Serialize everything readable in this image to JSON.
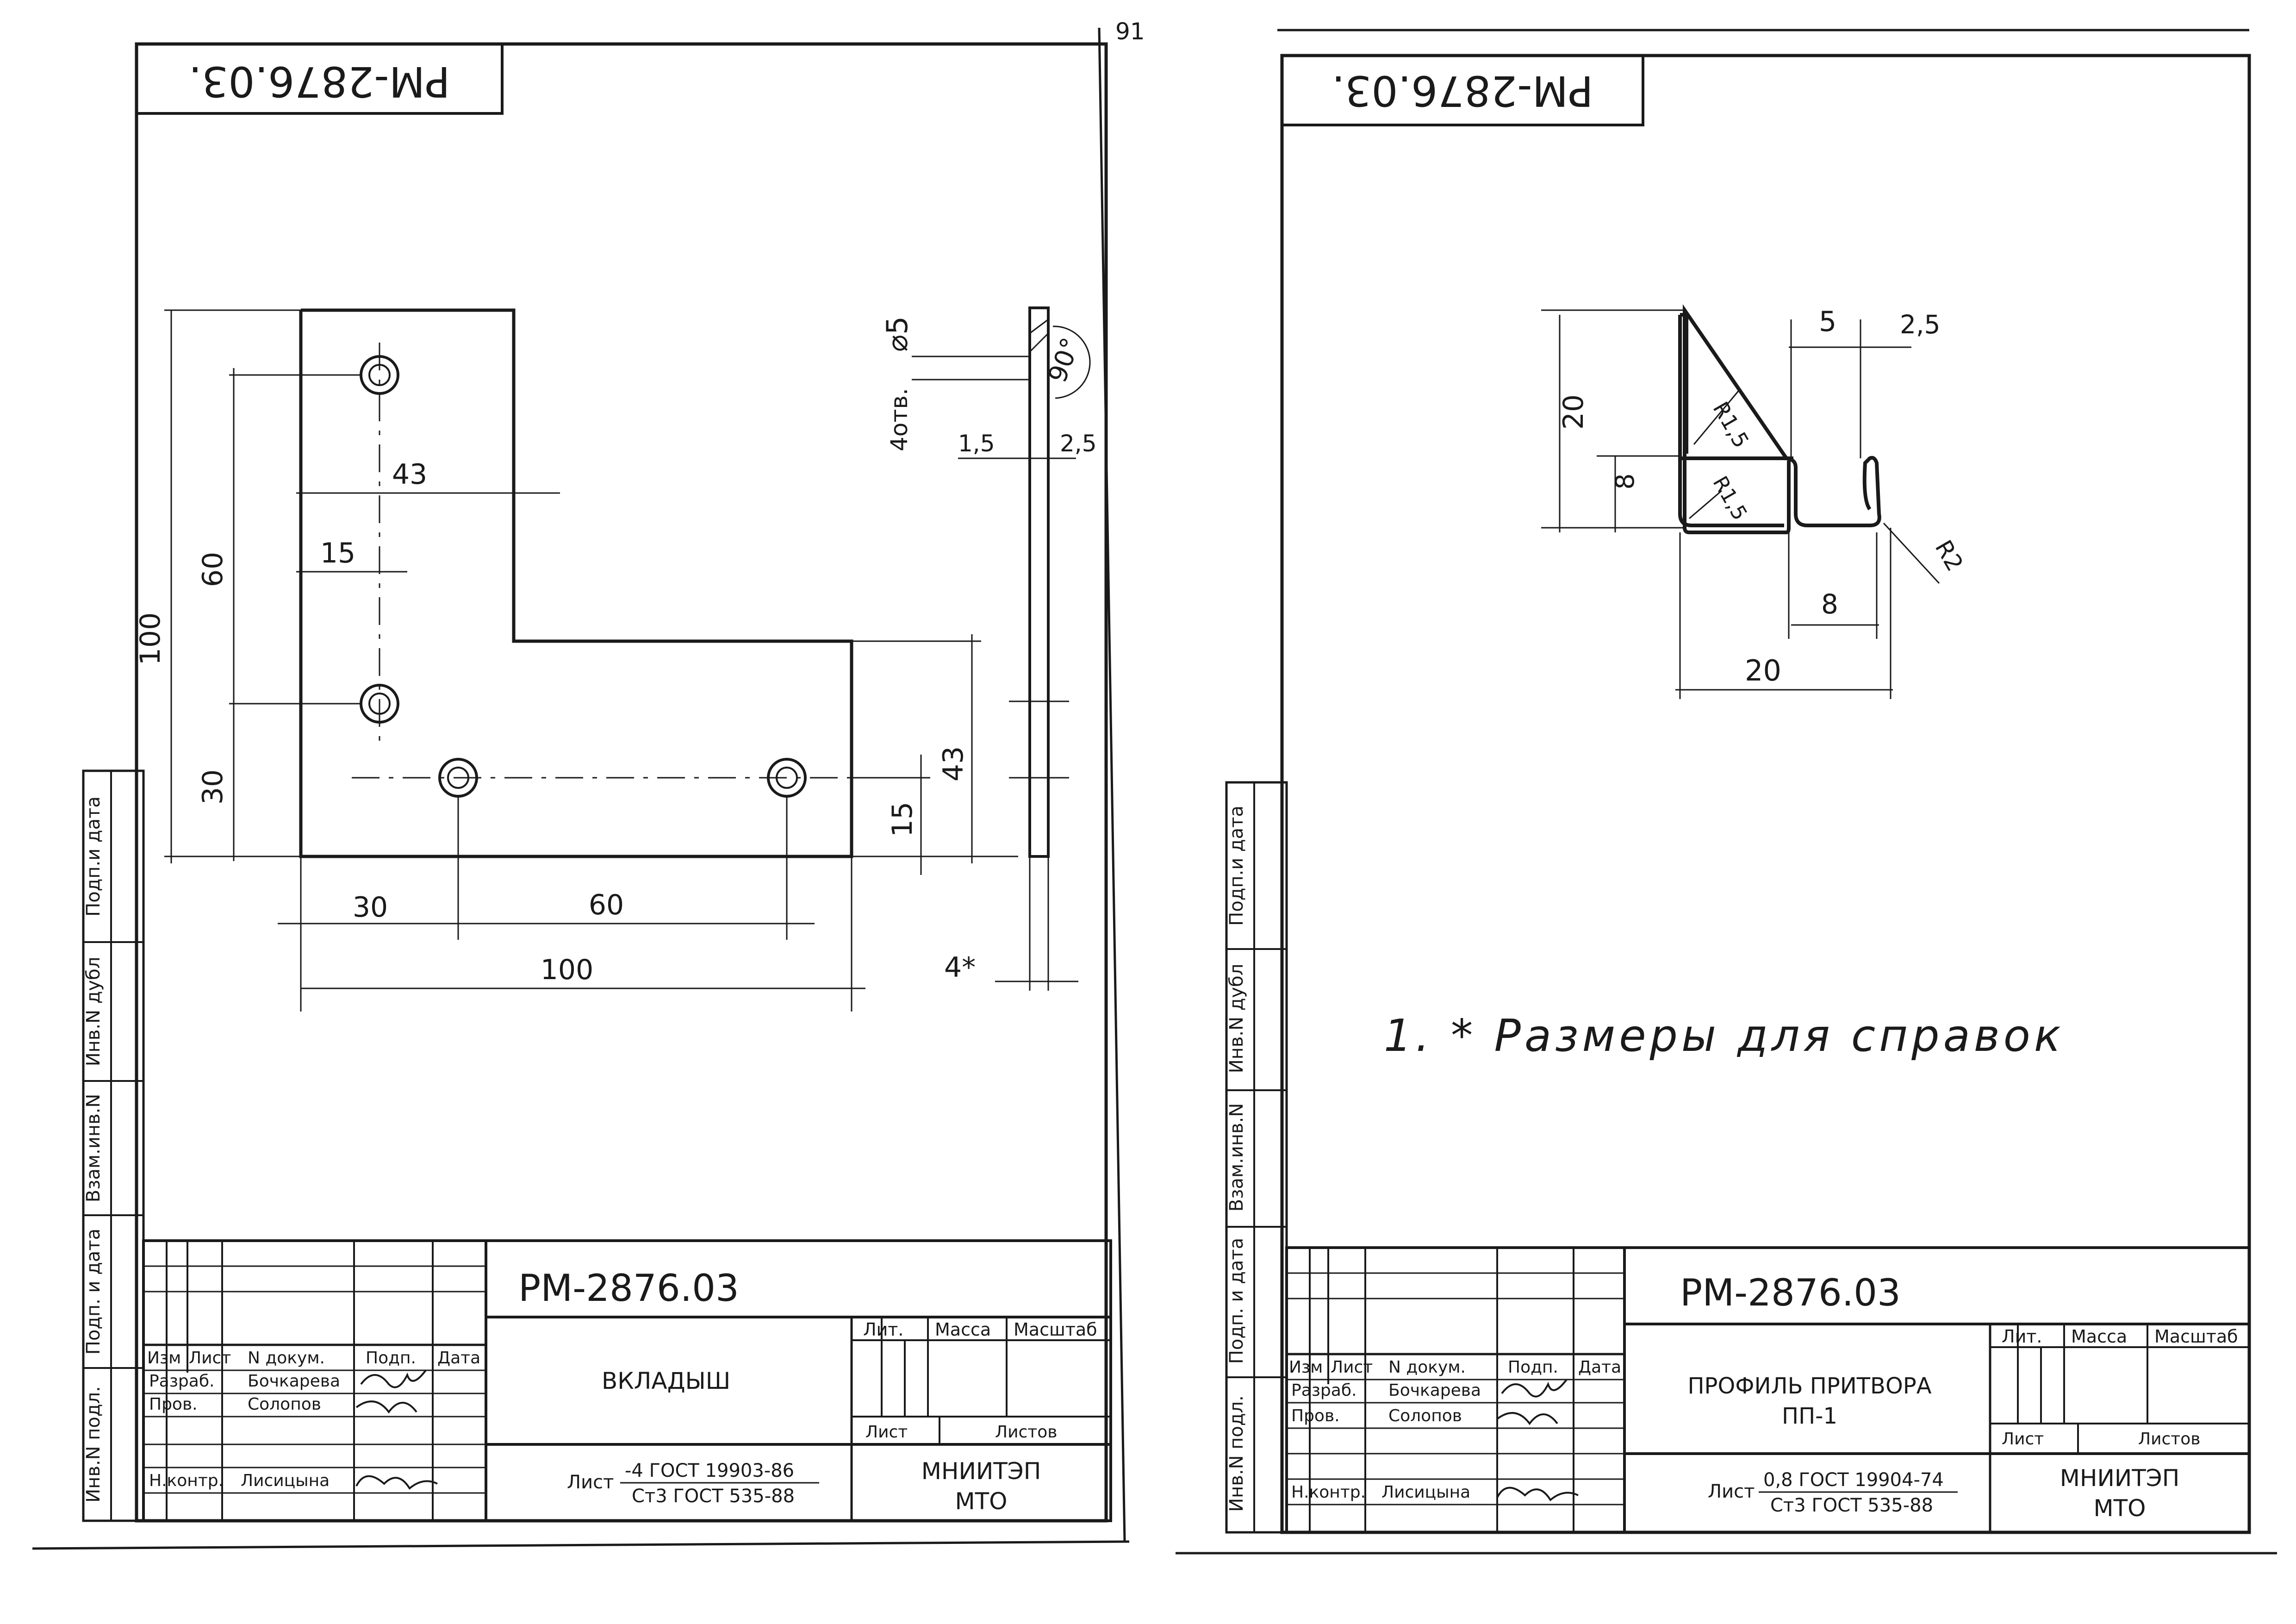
{
  "sheet_number": "91",
  "left": {
    "corner_code": "РМ-2876.03.",
    "doc_code": "РМ-2876.03",
    "part_name": "ВКЛАДЫШ",
    "dims": {
      "d100_left": "100",
      "d60": "60",
      "d30": "30",
      "d43_top": "43",
      "d15_top": "15",
      "d15_right": "15",
      "d43_right": "43",
      "d30_bottom": "30",
      "d60_bottom": "60",
      "d100_bottom": "100",
      "holes": "4отв.",
      "diam": "⌀5",
      "angle": "90°",
      "d1_5": "1,5",
      "d2_5": "2,5",
      "d4": "4*"
    },
    "stamp": {
      "col_izm": "Изм",
      "col_list": "Лист",
      "col_ndok": "N докум.",
      "col_podp": "Подп.",
      "col_data": "Дата",
      "role_razrab": "Разраб.",
      "name_razrab": "Бочкарева",
      "role_prov": "Пров.",
      "name_prov": "Солопов",
      "role_nkontr": "Н.контр.",
      "name_nkontr": "Лисицына",
      "lit": "Лит.",
      "massa": "Масса",
      "masshtab": "Масштаб",
      "list": "Лист",
      "listov": "Листов",
      "material_prefix": "Лист",
      "material_top": "-4 ГОСТ 19903-86",
      "material_bottom": "Ст3 ГОСТ 535-88",
      "org_1": "МНИИТЭП",
      "org_2": "МТО"
    }
  },
  "right": {
    "corner_code": "РМ-2876.03.",
    "doc_code": "РМ-2876.03",
    "part_name_1": "ПРОФИЛЬ ПРИТВОРА",
    "part_name_2": "ПП-1",
    "note": "1. * Размеры для справок",
    "dims": {
      "d20_v": "20",
      "d8_v": "8",
      "d5": "5",
      "d2_5": "2,5",
      "r1_5a": "R1,5",
      "r1_5b": "R1,5",
      "r2": "R2",
      "d8_h": "8",
      "d20_h": "20"
    },
    "stamp": {
      "col_izm": "Изм",
      "col_list": "Лист",
      "col_ndok": "N докум.",
      "col_podp": "Подп.",
      "col_data": "Дата",
      "role_razrab": "Разраб.",
      "name_razrab": "Бочкарева",
      "role_prov": "Пров.",
      "name_prov": "Солопов",
      "role_nkontr": "Н.контр.",
      "name_nkontr": "Лисицына",
      "lit": "Лит.",
      "massa": "Масса",
      "masshtab": "Масштаб",
      "list": "Лист",
      "listov": "Листов",
      "material_prefix": "Лист",
      "material_top": "0,8 ГОСТ 19904-74",
      "material_bottom": "Ст3 ГОСТ 535-88",
      "org_1": "МНИИТЭП",
      "org_2": "МТО"
    }
  },
  "side_labels": {
    "podp_data_top": "Подп.и дата",
    "inv_dubl": "Инв.N дубл",
    "vzam_inv": "Взам.инв.N",
    "podp_data": "Подп. и дата",
    "inv_podl": "Инв.N подл."
  }
}
